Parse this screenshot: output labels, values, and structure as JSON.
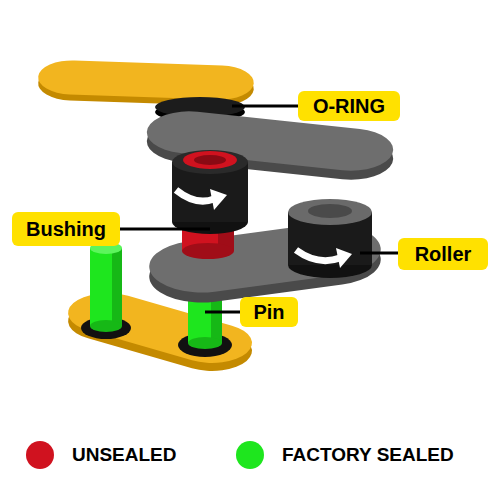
{
  "diagram": {
    "nodes": [
      {
        "text": [
          "O-RING"
        ]
      },
      {
        "text": [
          "Bushing"
        ]
      },
      {
        "text": [
          "Roller"
        ]
      },
      {
        "text": [
          "Pin"
        ]
      }
    ],
    "legend": [
      {
        "text": "UNSEALED",
        "color": "#d0121f"
      },
      {
        "text": "FACTORY SEALED",
        "color": "#1ee61e"
      }
    ]
  }
}
